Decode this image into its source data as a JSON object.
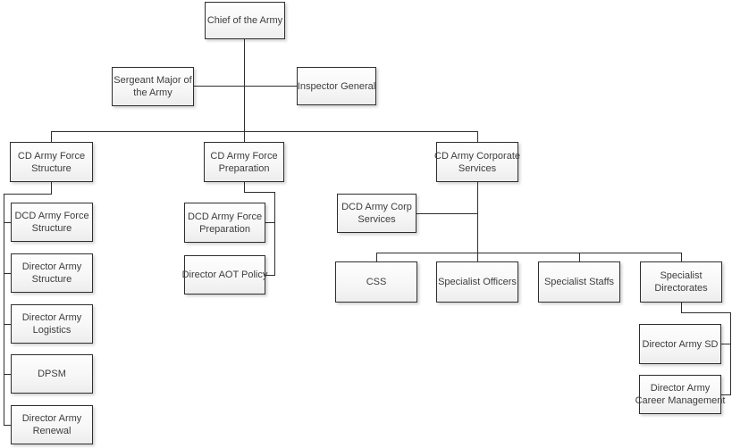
{
  "diagram": {
    "type": "org-chart",
    "background": "#ffffff",
    "colors": {
      "box_border": "#2e2e2e",
      "box_fill_top": "#fefefe",
      "box_fill_bottom": "#ededed",
      "text": "#3d3d3d",
      "connector": "#2e2e2e"
    }
  },
  "nodes": {
    "chief": {
      "label": "Chief of the Army"
    },
    "sergeant_major": {
      "label": "Sergeant Major of\nthe Army"
    },
    "inspector_general": {
      "label": "Inspector General"
    },
    "cd_army_force_structure": {
      "label": "CD Army Force\nStructure"
    },
    "cd_army_force_preparation": {
      "label": "CD Army Force\nPreparation"
    },
    "cd_army_corporate_services": {
      "label": "CD Army Corporate\nServices"
    },
    "dcd_army_force_structure": {
      "label": "DCD Army Force\nStructure"
    },
    "director_army_structure": {
      "label": "Director Army\nStructure"
    },
    "director_army_logistics": {
      "label": "Director Army\nLogistics"
    },
    "dpsm": {
      "label": "DPSM"
    },
    "director_army_renewal": {
      "label": "Director Army\nRenewal"
    },
    "dcd_army_force_preparation": {
      "label": "DCD Army Force\nPreparation"
    },
    "director_aot_policy": {
      "label": "Director AOT Policy"
    },
    "dcd_army_corp_services": {
      "label": "DCD Army Corp\nServices"
    },
    "css": {
      "label": "CSS"
    },
    "specialist_officers": {
      "label": "Specialist Officers"
    },
    "specialist_staffs": {
      "label": "Specialist Staffs"
    },
    "specialist_directorates": {
      "label": "Specialist\nDirectorates"
    },
    "director_army_sd": {
      "label": "Director Army SD"
    },
    "director_army_career_management": {
      "label": "Director Army\nCareer Management"
    }
  },
  "edges": [
    {
      "from": "chief",
      "to": "sergeant_major"
    },
    {
      "from": "chief",
      "to": "inspector_general"
    },
    {
      "from": "chief",
      "to": "cd_army_force_structure"
    },
    {
      "from": "chief",
      "to": "cd_army_force_preparation"
    },
    {
      "from": "chief",
      "to": "cd_army_corporate_services"
    },
    {
      "from": "cd_army_force_structure",
      "to": "dcd_army_force_structure"
    },
    {
      "from": "cd_army_force_structure",
      "to": "director_army_structure"
    },
    {
      "from": "cd_army_force_structure",
      "to": "director_army_logistics"
    },
    {
      "from": "cd_army_force_structure",
      "to": "dpsm"
    },
    {
      "from": "cd_army_force_structure",
      "to": "director_army_renewal"
    },
    {
      "from": "cd_army_force_preparation",
      "to": "dcd_army_force_preparation"
    },
    {
      "from": "cd_army_force_preparation",
      "to": "director_aot_policy"
    },
    {
      "from": "cd_army_corporate_services",
      "to": "dcd_army_corp_services"
    },
    {
      "from": "cd_army_corporate_services",
      "to": "css"
    },
    {
      "from": "cd_army_corporate_services",
      "to": "specialist_officers"
    },
    {
      "from": "cd_army_corporate_services",
      "to": "specialist_staffs"
    },
    {
      "from": "cd_army_corporate_services",
      "to": "specialist_directorates"
    },
    {
      "from": "specialist_directorates",
      "to": "director_army_sd"
    },
    {
      "from": "specialist_directorates",
      "to": "director_army_career_management"
    }
  ]
}
